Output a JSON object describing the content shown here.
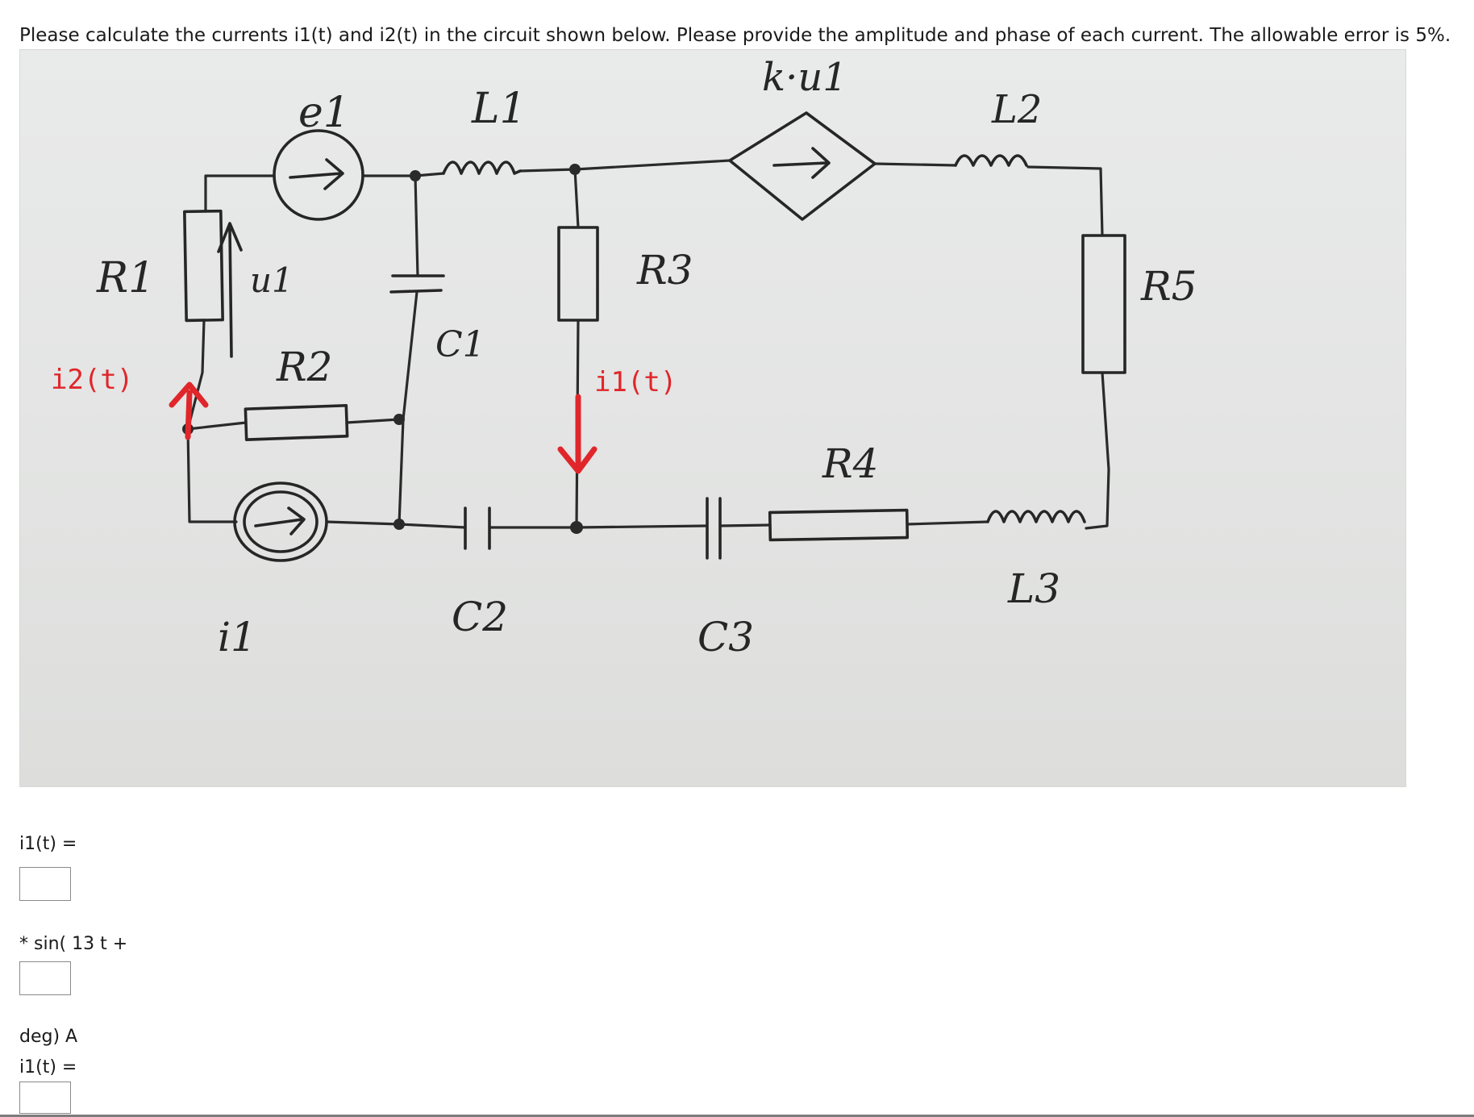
{
  "question": {
    "text": "Please calculate the currents i1(t) and i2(t) in the circuit shown below. Please provide the amplitude and phase of each current. The allowable error is 5%."
  },
  "figure": {
    "labels": {
      "e1": "e1",
      "L1": "L1",
      "ku1": "k·u1",
      "L2": "L2",
      "R1": "R1",
      "u1": "u1",
      "C1": "C1",
      "R3": "R3",
      "R5": "R5",
      "R2": "R2",
      "i2t": "i2(t)",
      "i1t": "i1(t)",
      "R4": "R4",
      "L3": "L3",
      "C2": "C2",
      "C3": "C3",
      "j1": "i1"
    },
    "colors": {
      "ink": "#262626",
      "arrow": "#e0262b",
      "paper": "#e6e7e6"
    }
  },
  "answers": [
    {
      "prefix": "i1(t) =",
      "mid": "* sin( 13 t +",
      "suffix": "deg) A",
      "amplitude_value": "",
      "phase_value": ""
    },
    {
      "prefix": "i1(t) =",
      "amplitude_value": ""
    }
  ]
}
